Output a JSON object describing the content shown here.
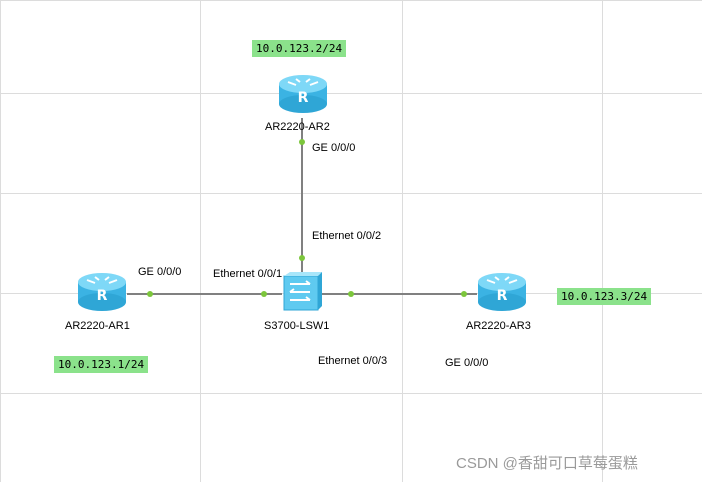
{
  "devices": {
    "ar1": {
      "name": "AR2220-AR1",
      "ip": "10.0.123.1/24",
      "port": "GE 0/0/0"
    },
    "ar2": {
      "name": "AR2220-AR2",
      "ip": "10.0.123.2/24",
      "port": "GE 0/0/0"
    },
    "ar3": {
      "name": "AR2220-AR3",
      "ip": "10.0.​123.3/24",
      "port": "GE 0/0/0"
    },
    "sw1": {
      "name": "S3700-LSW1",
      "ports": {
        "p1": "Ethernet 0/0/1",
        "p2": "Ethernet 0/0/2",
        "p3": "Ethernet 0/0/3"
      }
    }
  },
  "watermark": "CSDN @香甜可口草莓蛋糕",
  "colors": {
    "router_body": "#4fc8f0",
    "switch_body": "#7fd7f5",
    "link": "#808080",
    "port_dot": "#7cc63c",
    "ip_bg": "#8be28b"
  },
  "icons": {
    "router": "router-icon",
    "switch": "switch-icon"
  }
}
